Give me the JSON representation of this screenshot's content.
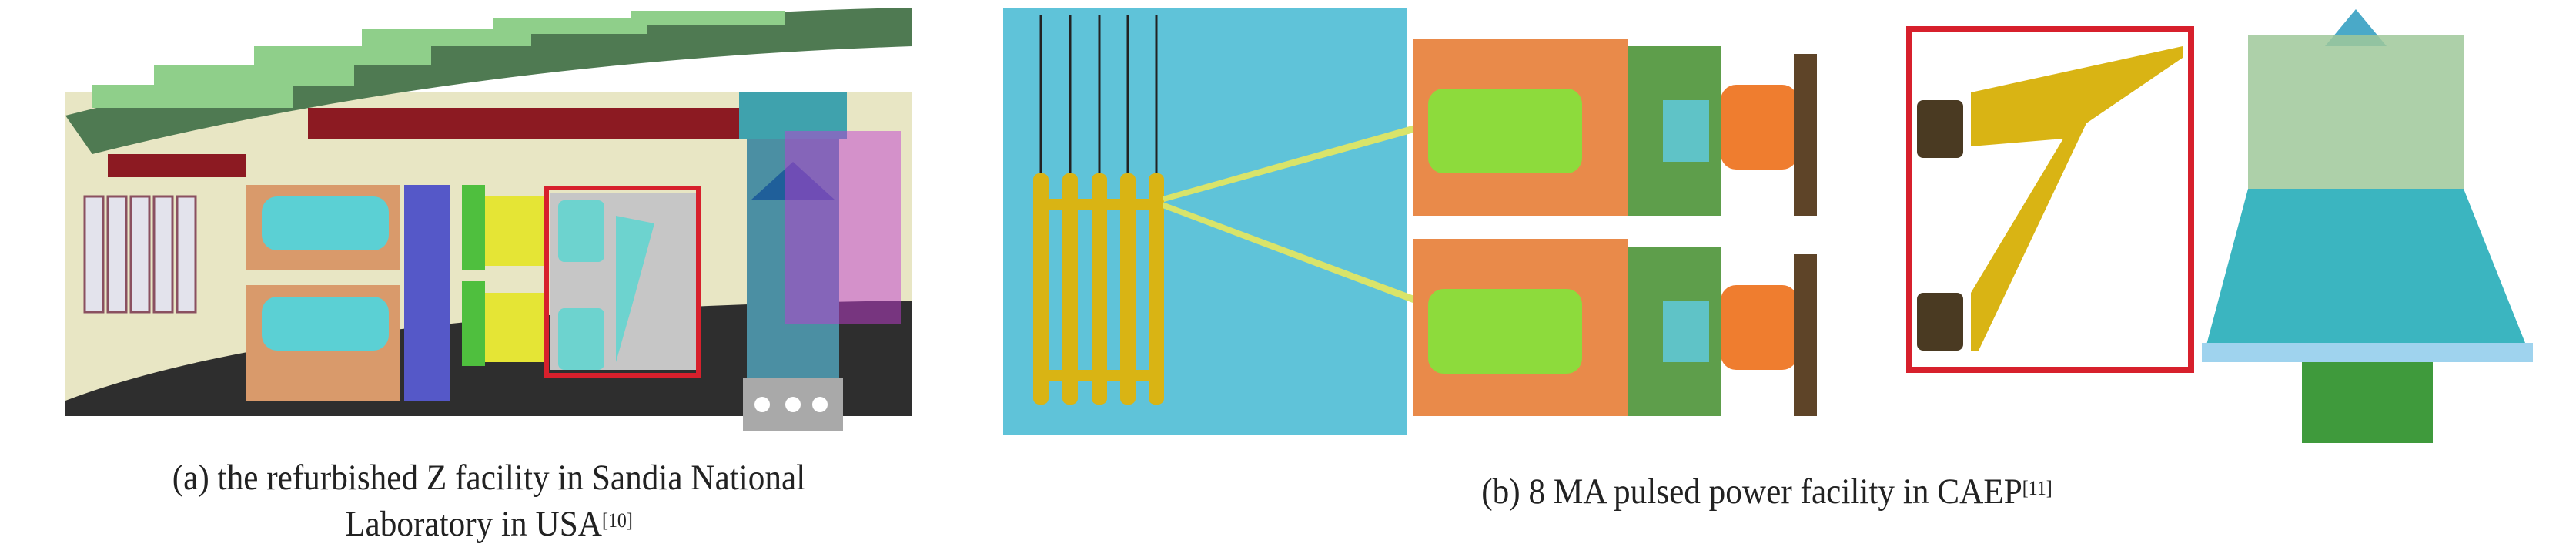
{
  "figure": {
    "panel_a": {
      "caption_line1": "(a) the refurbished Z facility in Sandia National",
      "caption_line2": "Laboratory in USA",
      "ref": "[10]"
    },
    "panel_b": {
      "caption": "(b) 8 MA pulsed power facility in CAEP",
      "ref": "[11]"
    },
    "colors": {
      "highlight_box": "#d7202c",
      "frame_green": "#4d7a55",
      "water_tank": "#5fc3d9",
      "transmission_line": "#d9b414"
    }
  }
}
